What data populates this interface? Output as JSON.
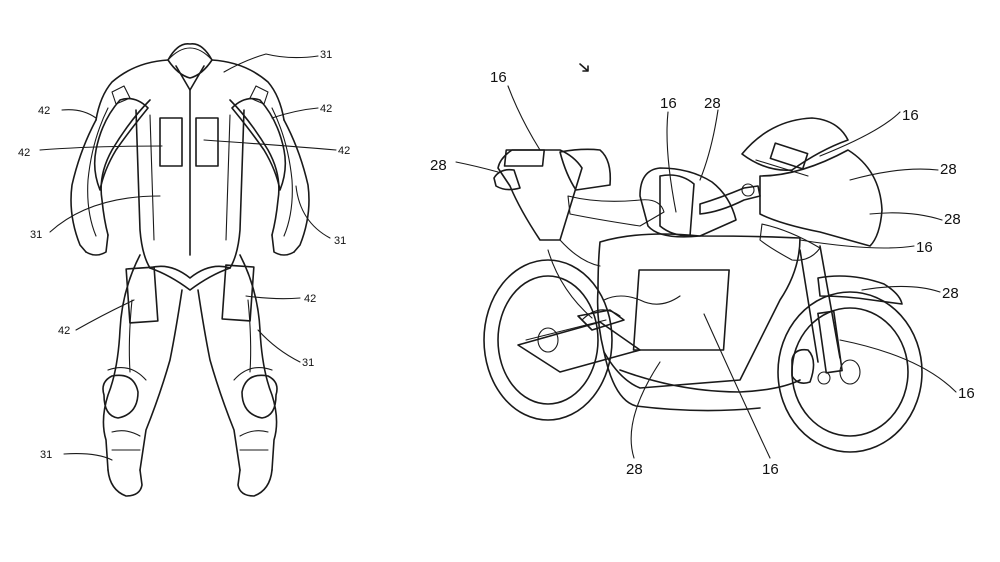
{
  "suit": {
    "labels": {
      "31_top": "31",
      "31_chest": "31",
      "31_right_arm": "31",
      "31_shin": "31",
      "31_boot": "31",
      "42_left_shoulder": "42",
      "42_left_chest": "42",
      "42_right_shoulder": "42",
      "42_right_chest": "42",
      "42_right_thigh": "42",
      "42_left_thigh": "42"
    }
  },
  "motorcycle": {
    "labels": {
      "16_tail": "16",
      "16_tank": "16",
      "16_fairing_top": "16",
      "16_fairing_side": "16",
      "16_fork": "16",
      "16_bottom": "16",
      "28_left": "28",
      "28_tank": "28",
      "28_fairing": "28",
      "28_side": "28",
      "28_fender": "28",
      "28_bottom": "28"
    }
  }
}
